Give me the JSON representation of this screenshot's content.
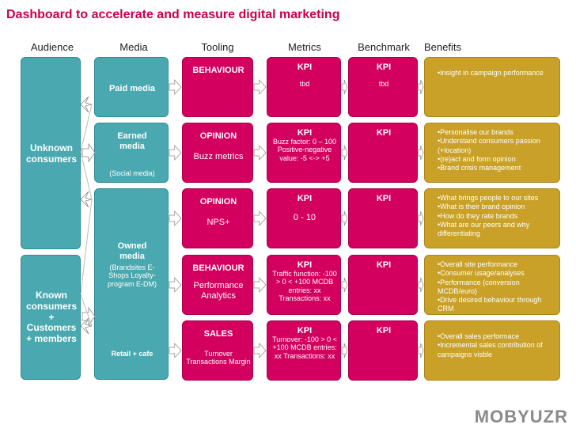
{
  "title": "Dashboard to accelerate and measure digital marketing",
  "headers": [
    "Audience",
    "Media",
    "Tooling",
    "Metrics",
    "Benchmark",
    "Benefits"
  ],
  "audience": {
    "unknown": "Unknown consumers",
    "known": "Known consumers + Customers + members"
  },
  "media": {
    "paid": "Paid media",
    "earned_title": "Earned media",
    "earned_sub": "(Social media)",
    "owned_title": "Owned media",
    "owned_sub": "(Brandsites E-Shops Loyalty-program E-DM)",
    "retail": "Retail + cafe"
  },
  "rows": [
    {
      "tool_title": "BEHAVIOUR",
      "tool_sub": "",
      "metric_title": "KPI",
      "metric_sub": "tbd",
      "bench_title": "KPI",
      "bench_sub": "tbd",
      "benefits": [
        "•Insight in campaign performance"
      ]
    },
    {
      "tool_title": "OPINION",
      "tool_sub": "Buzz metrics",
      "metric_title": "KPI",
      "metric_sub": "Buzz factor: 0 – 100 Positive-negative value: -5 <-> +5",
      "bench_title": "KPI",
      "bench_sub": "",
      "benefits": [
        "•Personalise our brands",
        "•Understand consumers passion (+location)",
        "•(re)act and form opinion",
        "•Brand crisis management"
      ]
    },
    {
      "tool_title": "OPINION",
      "tool_sub": "NPS+",
      "metric_title": "KPI",
      "metric_sub": "0 - 10",
      "bench_title": "KPI",
      "bench_sub": "",
      "benefits": [
        "•What brings people to our sites",
        "•What is their brand opinion",
        "•How do they rate brands",
        "•What are our peers and why differentiating"
      ]
    },
    {
      "tool_title": "BEHAVIOUR",
      "tool_sub": "Performance Analytics",
      "metric_title": "KPI",
      "metric_sub": "Traffic function: -100 > 0 < +100 MCDB entries: xx Transactions: xx",
      "bench_title": "KPI",
      "bench_sub": "",
      "benefits": [
        "•Overall site performance",
        "•Consumer usage/analyses",
        "•Performance (conversion MCDB/euro)",
        "•Drive desired behaviour through CRM"
      ]
    },
    {
      "tool_title": "SALES",
      "tool_sub": "Turnover Transactions Margin",
      "metric_title": "KPI",
      "metric_sub": "Turnover: -100 > 0 < +100 MCDB entries: xx Transactions: xx",
      "bench_title": "KPI",
      "bench_sub": "",
      "benefits": [
        "•Overall sales performace",
        "•Incremental sales contribution of campaigns visble"
      ]
    }
  ],
  "logo": "MOBYUZR",
  "colors": {
    "title": "#c8004f",
    "teal": "#4aa9b0",
    "pink": "#d4005f",
    "gold": "#c9a128"
  }
}
